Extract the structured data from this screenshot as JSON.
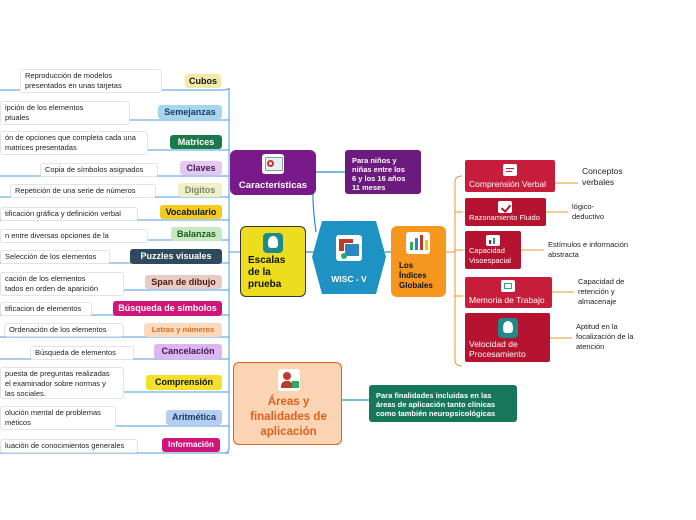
{
  "center": {
    "title": "WISC - V"
  },
  "escalas": {
    "title": "Escalas\nde la\nprueba"
  },
  "caracteristicas": {
    "title": "Características",
    "note": "Para niños y\nniñas entre los\n6 y los 16 años\n11 meses"
  },
  "indices": {
    "title": "Los\nÍndices\nGlobales",
    "items": [
      {
        "label": "Comprensión Verbal",
        "note": "Conceptos\nverbales"
      },
      {
        "label": "Razonamiento Fluido",
        "note": "lógico-\ndeductivo"
      },
      {
        "label": "Capacidad\nVisoespacial",
        "note": "Estímulos e\ninformación abstracta"
      },
      {
        "label": "Memoria de Trabajo",
        "note": "Capacidad de\nretención y\nalmacenaje"
      },
      {
        "label": "Velocidad de\nProcesamiento",
        "note": "Aptitud en la\nfocalización de la\natención"
      }
    ]
  },
  "areas": {
    "title": "Áreas y\nfinalidades de\naplicación",
    "note": "Para finalidades incluidas en las\náreas de aplicación tanto clínicas\ncomo también neuropsicológicas"
  },
  "left_items": [
    {
      "label": "Cubos",
      "desc": "Reproducción  de modelos\npresentados en unas tarjetas"
    },
    {
      "label": "Semejanzas",
      "desc": "ipción de los elementos\nptuales"
    },
    {
      "label": "Matrices",
      "desc": "ón de opciones  que completa cada una\nmatrices presentadas"
    },
    {
      "label": "Claves",
      "desc": "Copia de símbolos asignados"
    },
    {
      "label": "Dígitos",
      "desc": "Repetición de una serie de números"
    },
    {
      "label": "Vocabulario",
      "desc": "tificación gráfica y definición verbal"
    },
    {
      "label": "Balanzas",
      "desc": "n entre diversas opciones de la respuesta"
    },
    {
      "label": "Puzzles visuales",
      "desc": "Selección de los elementos"
    },
    {
      "label": "Span de dibujo",
      "desc": "cación de los elementos\ntados en orden de aparición"
    },
    {
      "label": "Búsqueda de símbolos",
      "desc": "tificacion de elementos"
    },
    {
      "label": "Letras y números",
      "desc": "Ordenación de los elementos"
    },
    {
      "label": "Cancelación",
      "desc": "Búsqueda de elementos"
    },
    {
      "label": "Comprensión",
      "desc": "puesta de preguntas realizadas\nel examinador sobre normas y\nlas sociales."
    },
    {
      "label": "Aritmética",
      "desc": "olución mental de problemas\nméticos"
    },
    {
      "label": "Información",
      "desc": "luación de conocimientos generales"
    }
  ]
}
